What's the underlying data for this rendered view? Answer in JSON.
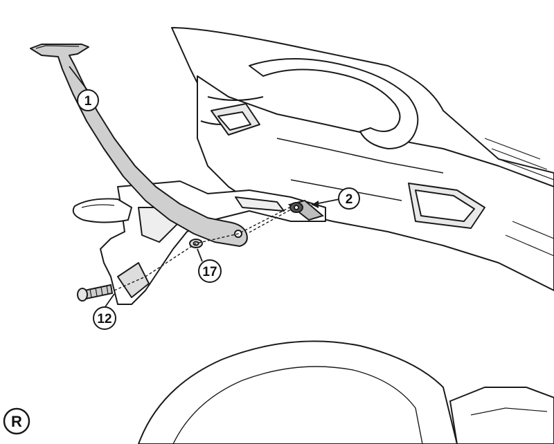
{
  "callouts": {
    "c1": "1",
    "c2": "2",
    "c12": "12",
    "c17": "17"
  },
  "side_marker": "R",
  "colors": {
    "line": "#1a1a1a",
    "bracket_fill": "#cfcfcf",
    "body_fill": "#ffffff",
    "dark": "#555555"
  }
}
